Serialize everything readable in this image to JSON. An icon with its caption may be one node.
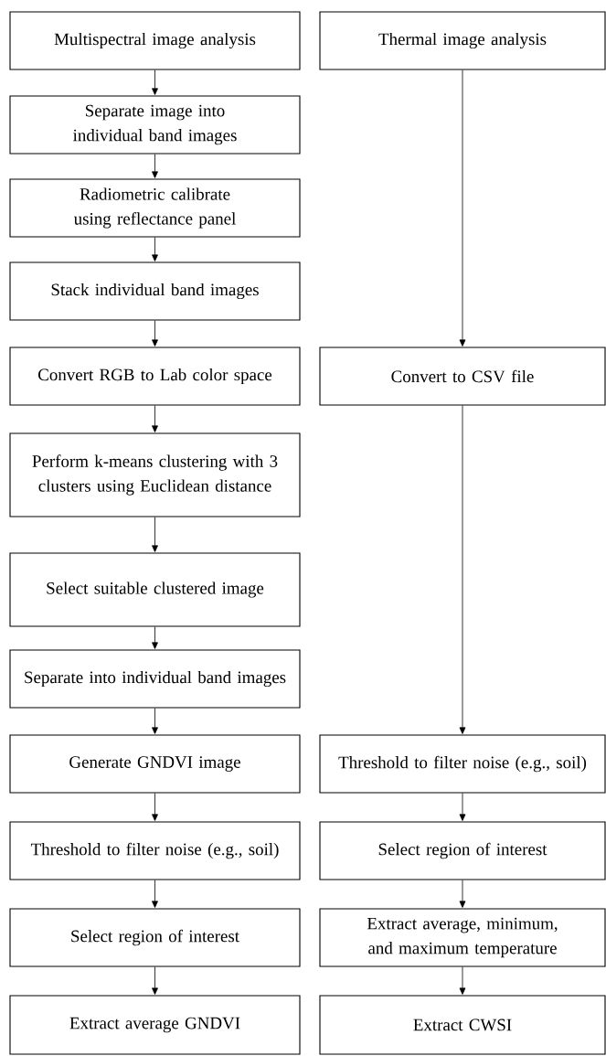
{
  "diagram": {
    "nodes": [
      {
        "text": [
          "Multispectral image analysis"
        ]
      },
      {
        "text": [
          "Separate image into individual band images"
        ]
      },
      {
        "text": [
          "Radiometric calibrate using reflectance panel"
        ]
      },
      {
        "text": [
          "Stack individual band images"
        ]
      },
      {
        "text": [
          "Convert RGB to Lab color space"
        ]
      },
      {
        "text": [
          "Perform k-means clustering with 3 clusters using Euclidean distance"
        ]
      },
      {
        "text": [
          "Select suitable clustered image"
        ]
      },
      {
        "text": [
          "Separate into individual band images"
        ]
      },
      {
        "text": [
          "Generate GNDVI image"
        ]
      },
      {
        "text": [
          "Threshold to filter noise (e.g., soil)"
        ]
      },
      {
        "text": [
          "Select region of interest"
        ]
      },
      {
        "text": [
          "Extract average GNDVI"
        ]
      },
      {
        "text": [
          "Thermal image analysis"
        ]
      },
      {
        "text": [
          "Convert to CSV file"
        ]
      },
      {
        "text": [
          "Threshold to filter noise (e.g., soil)"
        ]
      },
      {
        "text": [
          "Select region of interest"
        ]
      },
      {
        "text": [
          "Extract average, minimum, and maximum temperature"
        ]
      },
      {
        "text": [
          "Extract CWSI"
        ]
      }
    ],
    "edges": [
      {
        "from": 0,
        "to": 1,
        "arrow": "to"
      },
      {
        "from": 1,
        "to": 2,
        "arrow": "to"
      },
      {
        "from": 2,
        "to": 3,
        "arrow": "to"
      },
      {
        "from": 3,
        "to": 4,
        "arrow": "to"
      },
      {
        "from": 4,
        "to": 5,
        "arrow": "to"
      },
      {
        "from": 5,
        "to": 6,
        "arrow": "to"
      },
      {
        "from": 6,
        "to": 7,
        "arrow": "to"
      },
      {
        "from": 7,
        "to": 8,
        "arrow": "to"
      },
      {
        "from": 8,
        "to": 9,
        "arrow": "to"
      },
      {
        "from": 9,
        "to": 10,
        "arrow": "to"
      },
      {
        "from": 10,
        "to": 11,
        "arrow": "to"
      },
      {
        "from": 12,
        "to": 13,
        "arrow": "to"
      },
      {
        "from": 13,
        "to": 14,
        "arrow": "to"
      },
      {
        "from": 14,
        "to": 15,
        "arrow": "to"
      },
      {
        "from": 15,
        "to": 16,
        "arrow": "to"
      },
      {
        "from": 16,
        "to": 17,
        "arrow": "to"
      }
    ]
  }
}
